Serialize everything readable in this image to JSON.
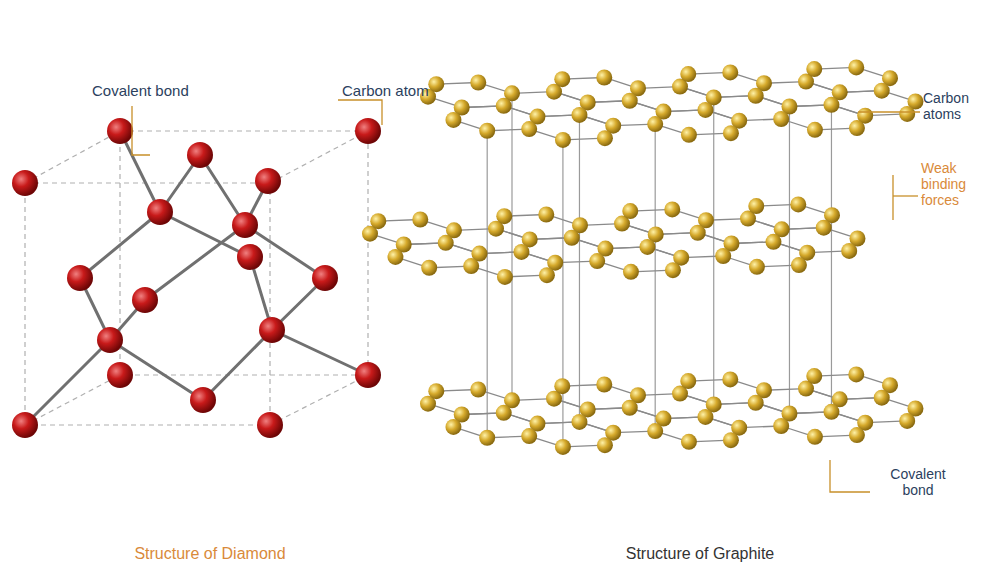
{
  "diagram": {
    "labels": [
      "Covalent bond",
      "Carbon atom",
      "Carbon atoms",
      "Weak binding forces",
      "Covalent bond",
      "Structure of Diamond",
      "Structure of Graphite"
    ]
  }
}
